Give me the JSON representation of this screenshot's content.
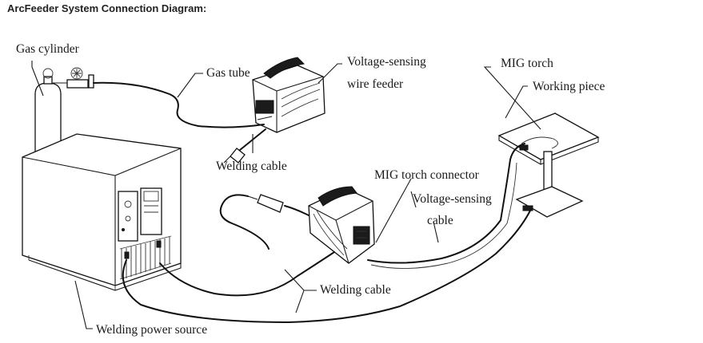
{
  "title": "ArcFeeder System Connection Diagram:",
  "labels": {
    "gas_cylinder": "Gas cylinder",
    "gas_tube": "Gas tube",
    "voltage_sensing_wire_feeder_line1": "Voltage-sensing",
    "voltage_sensing_wire_feeder_line2": "wire feeder",
    "mig_torch": "MIG torch",
    "working_piece": "Working piece",
    "welding_cable_top": "Welding cable",
    "mig_torch_connector": "MIG torch connector",
    "voltage_sensing_cable_line1": "Voltage-sensing",
    "voltage_sensing_cable_line2": "cable",
    "welding_cable_bottom": "Welding cable",
    "welding_power_source": "Welding power source"
  }
}
